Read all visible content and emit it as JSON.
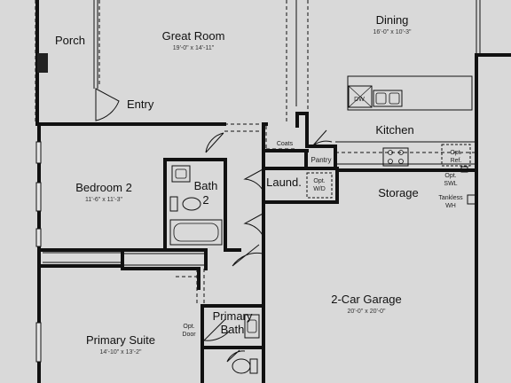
{
  "rooms": {
    "porch": {
      "name": "Porch"
    },
    "great_room": {
      "name": "Great Room",
      "dim": "19'-0\" x 14'-11\""
    },
    "dining": {
      "name": "Dining",
      "dim": "16'-0\" x 10'-3\""
    },
    "entry": {
      "name": "Entry"
    },
    "kitchen": {
      "name": "Kitchen"
    },
    "bedroom2": {
      "name": "Bedroom 2",
      "dim": "11'-6\" x 11'-3\""
    },
    "bath2": {
      "name": "Bath",
      "name2": "2"
    },
    "laundry": {
      "name": "Laund."
    },
    "storage": {
      "name": "Storage"
    },
    "garage": {
      "name": "2-Car Garage",
      "dim": "20'-0\" x 20'-0\""
    },
    "primary_suite": {
      "name": "Primary Suite",
      "dim": "14'-10\" x 13'-2\""
    },
    "primary_bath": {
      "name": "Primary",
      "name2": "Bath"
    }
  },
  "labels": {
    "coats": "Coats",
    "pantry": "Pantry",
    "opt_wd_1": "Opt.",
    "opt_wd_2": "W/D",
    "opt_ref_1": "Opt.",
    "opt_ref_2": "Ref.",
    "opt_swl_1": "Opt.",
    "opt_swl_2": "SWL",
    "tankless_1": "Tankless",
    "tankless_2": "WH",
    "opt_door_1": "Opt.",
    "opt_door_2": "Door",
    "dw": "DW"
  },
  "colors": {
    "background": "#d9d9d9",
    "wall": "#111111",
    "floor_light": "#e6e6e6"
  }
}
